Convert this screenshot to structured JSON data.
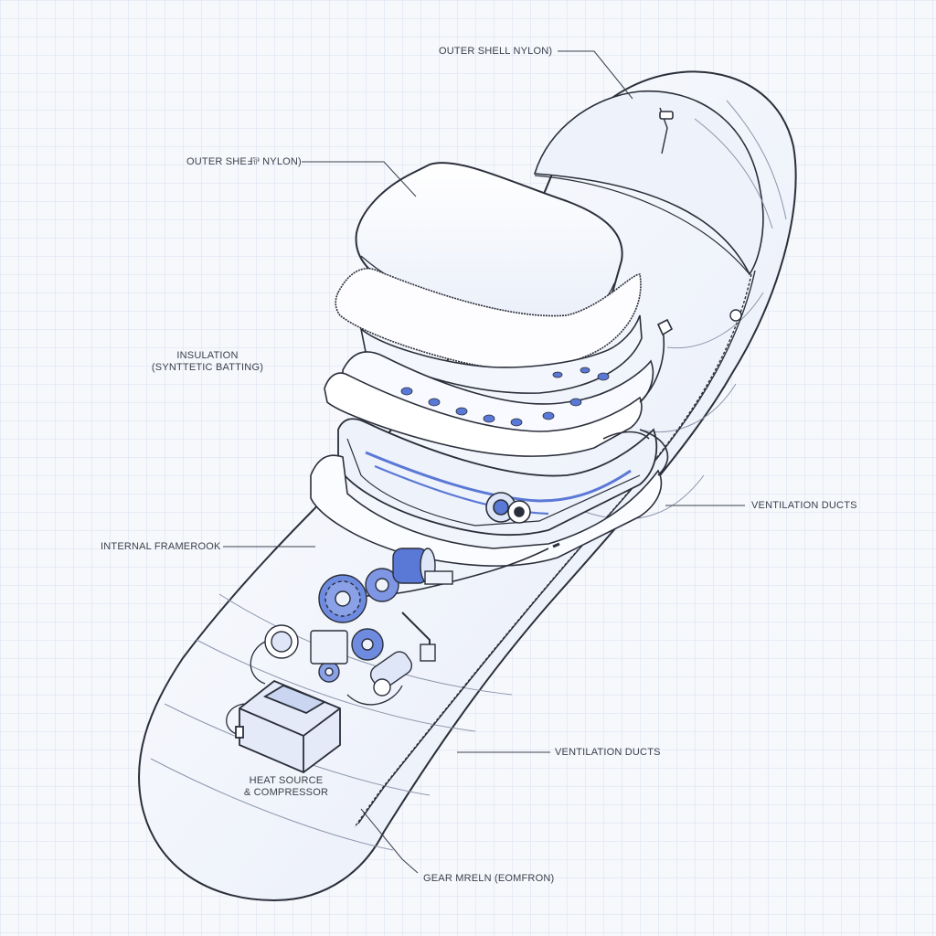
{
  "labels": {
    "outer_shell_top": "OUTER SHELL NYLON)",
    "outer_shell_left": "OUTER SHEℲ⅌ NYLON)",
    "insulation_line1": "INSULATION",
    "insulation_line2": "(SYNTTETIC BATTING)",
    "internal_framework": "INTERNAL FRAMEROOK",
    "ventilation_ducts_right": "VENTILATION DUCTS",
    "ventilation_ducts_lower": "VENTILATION DUCTS",
    "heat_source_line1": "HEAT SOURCE",
    "heat_source_line2": "& COMPRESSOR",
    "gear_mechanism": "GEAR MRELN (EOMFRON)"
  },
  "colors": {
    "background": "#f6f8fc",
    "grid": "#c9d5ec",
    "ink": "#2b2f3a",
    "accent_blue": "#5a78d6",
    "light_blue": "#dfe6f7"
  }
}
